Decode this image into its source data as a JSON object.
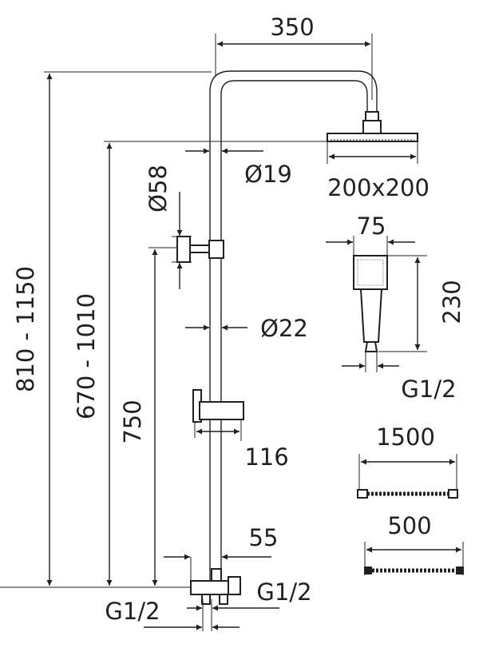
{
  "dimensions": {
    "arm_reach": "350",
    "total_height": "810 - 1150",
    "head_height": "670 - 1010",
    "holder_height": "750",
    "arm_pipe_diameter": "Ø19",
    "head_size": "200x200",
    "wall_bracket_diameter": "Ø58",
    "riser_diameter": "Ø22",
    "slider_offset": "116",
    "mixer_depth": "55",
    "mixer_outlet_thread": "G1/2",
    "inlet_thread": "G1/2",
    "hand_shower_width": "75",
    "hand_shower_length": "230",
    "hand_shower_thread": "G1/2",
    "long_hose_length": "1500",
    "short_hose_length": "500"
  }
}
